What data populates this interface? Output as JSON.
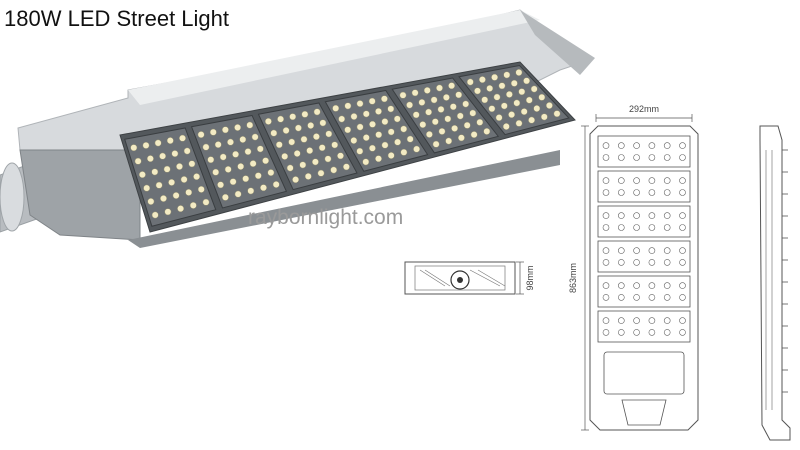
{
  "title": "180W LED Street Light",
  "watermark": "raybornlight.com",
  "dimensions": {
    "width_label": "292mm",
    "length_label": "863mm",
    "height_label": "98mm"
  },
  "product": {
    "led_modules": 6,
    "leds_per_module": 30
  },
  "colors": {
    "housing": "#cfd3d6",
    "housing_shadow": "#8a8f93",
    "led": "#f3ebc4",
    "line": "#555555"
  }
}
